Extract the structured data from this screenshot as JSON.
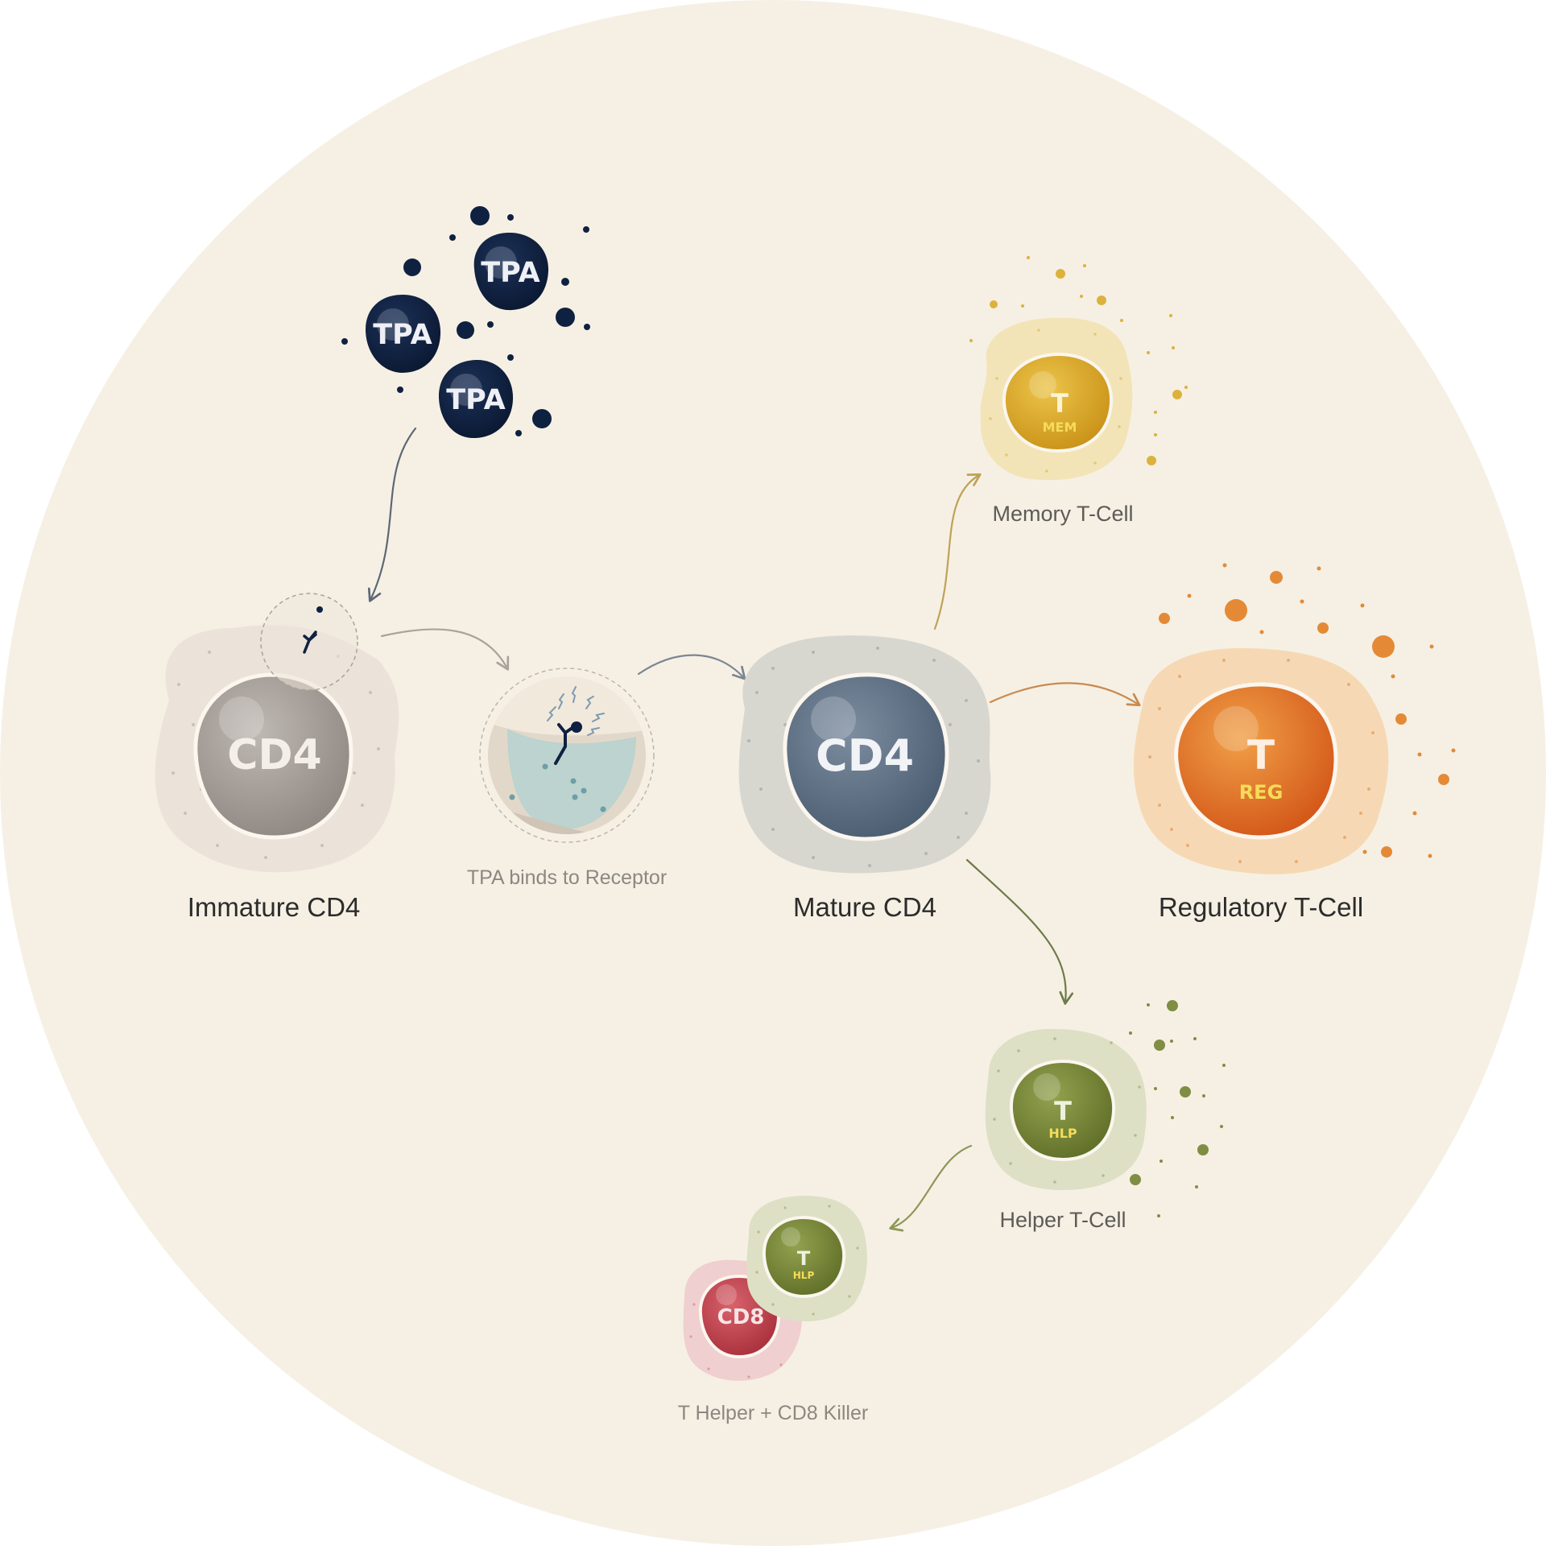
{
  "diagram": {
    "colors": {
      "background": "#f6f0e4",
      "tpa": "#0f2141",
      "immature": "#a59e98",
      "mature": "#5f7184",
      "memory": "#d9aa2a",
      "regulatory": "#e6832d",
      "helper": "#7a8a3c",
      "cd8": "#c4434f",
      "label_accent": "#f5dc5a"
    },
    "tpa": {
      "label": "TPA",
      "icon": "tpa-molecule-icon"
    },
    "receptor_icon": "receptor-icon",
    "binding_icon": "receptor-binding-icon",
    "nodes": {
      "immature": {
        "nucleus_text": "CD4",
        "label": "Immature CD4"
      },
      "binding": {
        "label": "TPA binds to Receptor"
      },
      "mature": {
        "nucleus_text": "CD4",
        "label": "Mature CD4"
      },
      "memory": {
        "nucleus_text": "T",
        "nucleus_sub": "MEM",
        "label": "Memory T-Cell"
      },
      "regulatory": {
        "nucleus_text": "T",
        "nucleus_sub": "REG",
        "label": "Regulatory T-Cell"
      },
      "helper": {
        "nucleus_text": "T",
        "nucleus_sub": "HLP",
        "label": "Helper T-Cell"
      },
      "combo": {
        "helper_text": "T",
        "helper_sub": "HLP",
        "killer_text": "CD8",
        "label": "T Helper + CD8 Killer"
      }
    }
  }
}
